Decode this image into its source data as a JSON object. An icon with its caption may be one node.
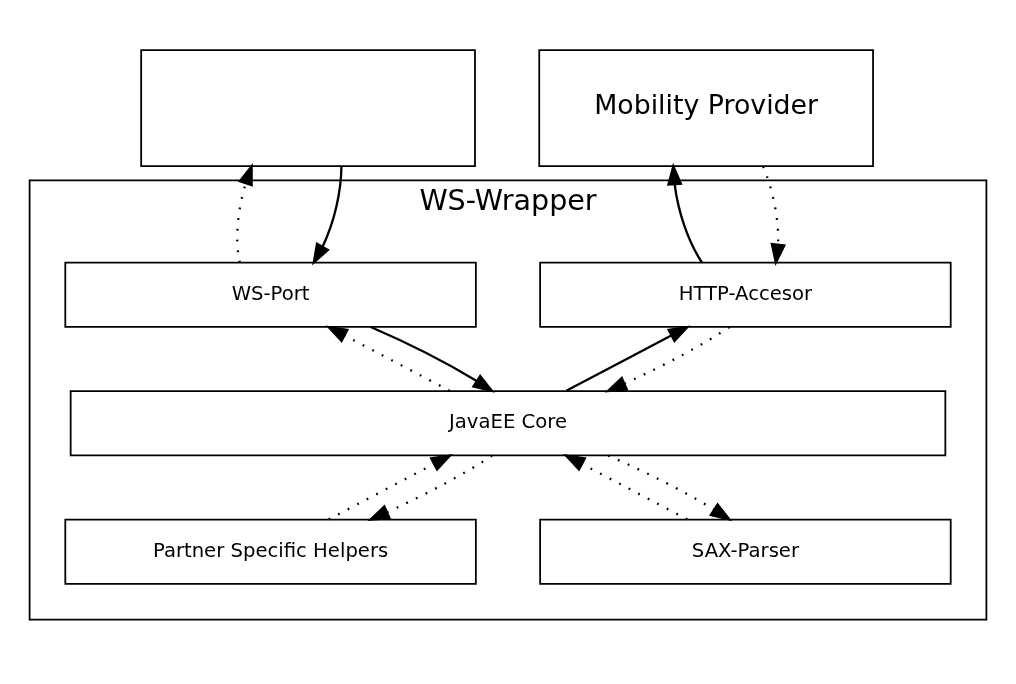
{
  "diagram": {
    "nodes": [
      {
        "text": [],
        "shape": "box"
      },
      {
        "text": [
          "Mobility Provider"
        ]
      },
      {
        "text": [
          "WS-Wrapper"
        ]
      },
      {
        "text": [
          "WS-Port"
        ],
        "in": 2
      },
      {
        "text": [
          "HTTP-Accesor"
        ],
        "in": 2
      },
      {
        "text": [
          "JavaEE Core"
        ],
        "in": 2
      },
      {
        "text": [
          "Partner Specific Helpers"
        ],
        "in": 2
      },
      {
        "text": [
          "SAX-Parser"
        ],
        "in": 2
      }
    ],
    "edges": [
      {
        "from": 3,
        "to": 0,
        "arrow": "to",
        "style": "dashed"
      },
      {
        "from": 0,
        "to": 3,
        "arrow": "to"
      },
      {
        "from": 4,
        "to": 1,
        "arrow": "to"
      },
      {
        "from": 1,
        "to": 4,
        "arrow": "to",
        "style": "dashed"
      },
      {
        "from": 5,
        "to": 3,
        "arrow": "to",
        "style": "dashed"
      },
      {
        "from": 3,
        "to": 5,
        "arrow": "to"
      },
      {
        "from": 5,
        "to": 4,
        "arrow": "to"
      },
      {
        "from": 4,
        "to": 5,
        "arrow": "to",
        "style": "dashed"
      },
      {
        "from": 6,
        "to": 5,
        "arrow": "to",
        "style": "dashed"
      },
      {
        "from": 5,
        "to": 6,
        "arrow": "to",
        "style": "dashed"
      },
      {
        "from": 7,
        "to": 5,
        "arrow": "to",
        "style": "dashed"
      },
      {
        "from": 5,
        "to": 7,
        "arrow": "to",
        "style": "dashed"
      }
    ]
  }
}
